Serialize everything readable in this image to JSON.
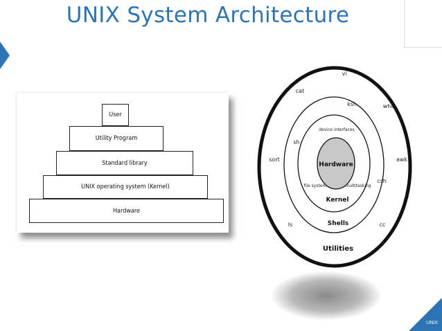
{
  "slide": {
    "title": "UNIX System Architecture",
    "footer_label": "UNIX",
    "accent_color": "#2e74b5"
  },
  "pyramid": {
    "layers": [
      "User",
      "Utility Program",
      "Standard library",
      "UNIX operating system (Kernel)",
      "Hardware"
    ]
  },
  "rings": {
    "core": "Hardware",
    "kernel": {
      "label": "Kernel",
      "items": [
        "device interfaces",
        "file system",
        "multitasking"
      ]
    },
    "shells": {
      "label": "Shells",
      "items": [
        "ksh",
        "sh",
        "csh"
      ]
    },
    "utilities": {
      "label": "Utilities",
      "items": [
        "vi",
        "cat",
        "who",
        "sort",
        "awk",
        "ls",
        "cc"
      ]
    }
  }
}
